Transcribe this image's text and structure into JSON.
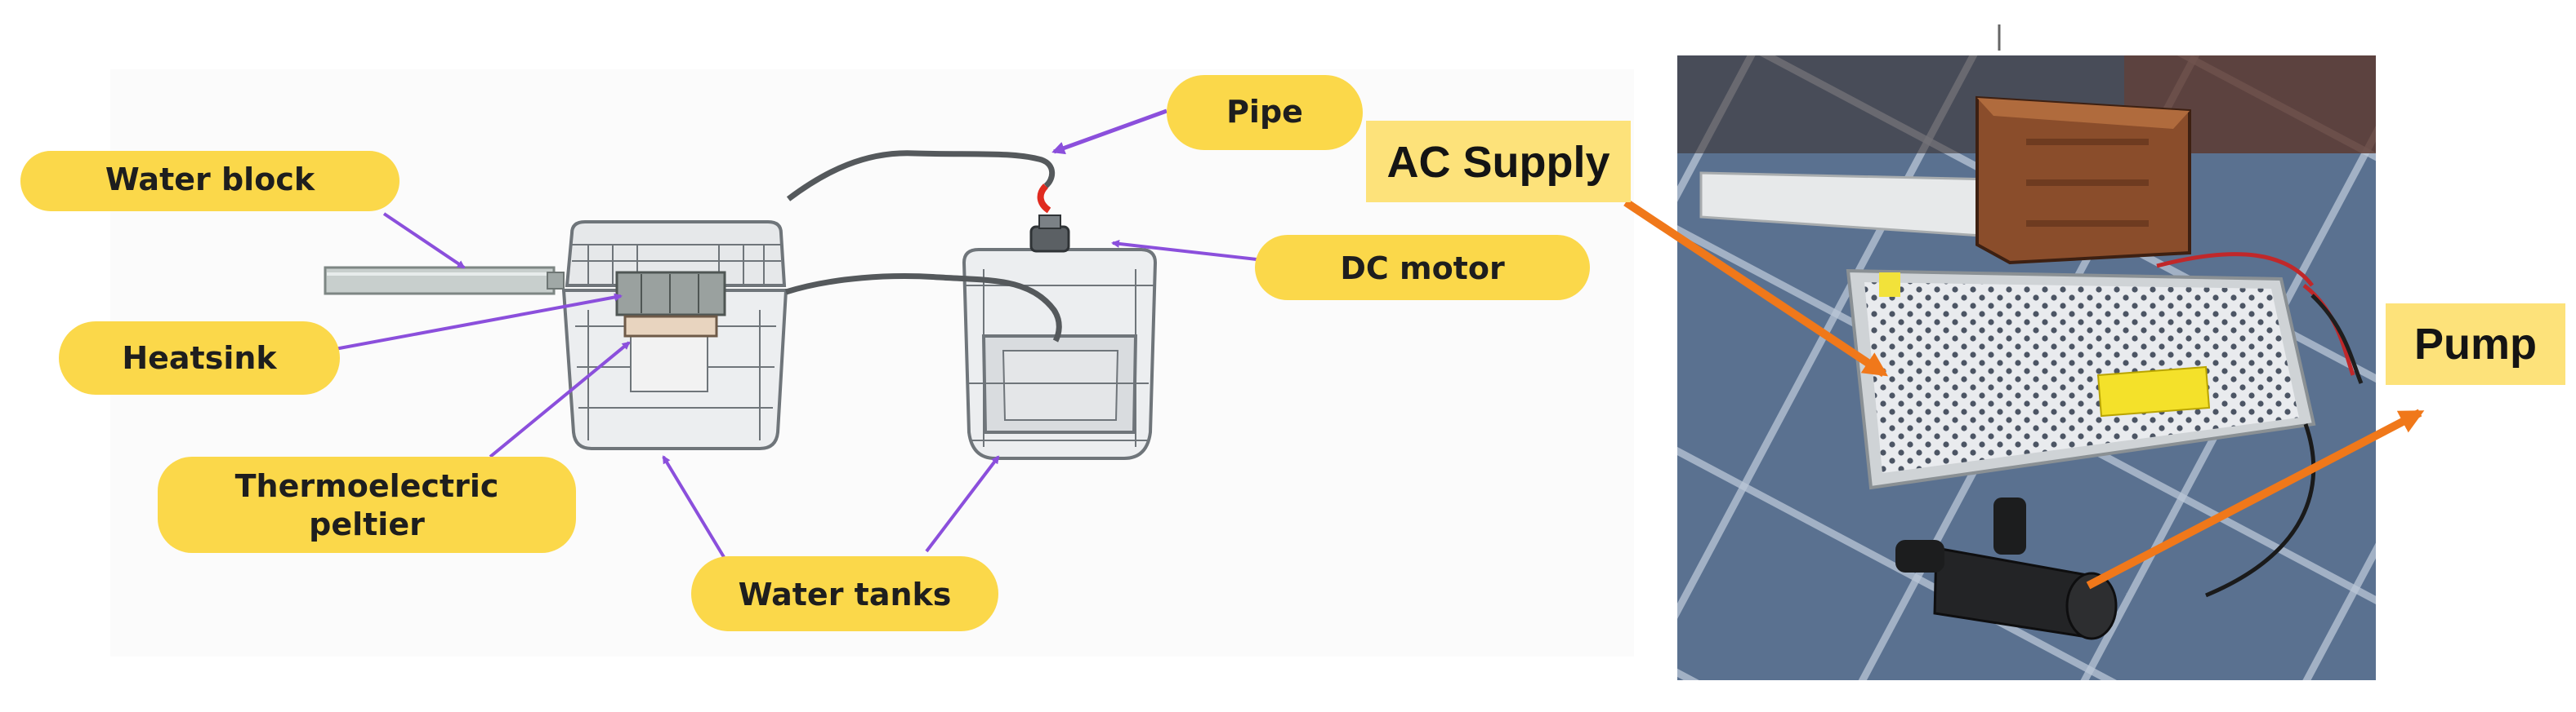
{
  "labels": {
    "water_block": "Water block",
    "heatsink": "Heatsink",
    "thermoelectric_line1": "Thermoelectric",
    "thermoelectric_line2": "peltier",
    "water_tanks": "Water tanks",
    "pipe": "Pipe",
    "dc_motor": "DC motor",
    "ac_supply": "AC Supply",
    "pump": "Pump"
  },
  "colors": {
    "pill": "#fbd84a",
    "photo_label": "#fde27a",
    "purple_arrow": "#8b4fdc",
    "orange_arrow": "#f0781a",
    "blanket": "#5a7190"
  }
}
